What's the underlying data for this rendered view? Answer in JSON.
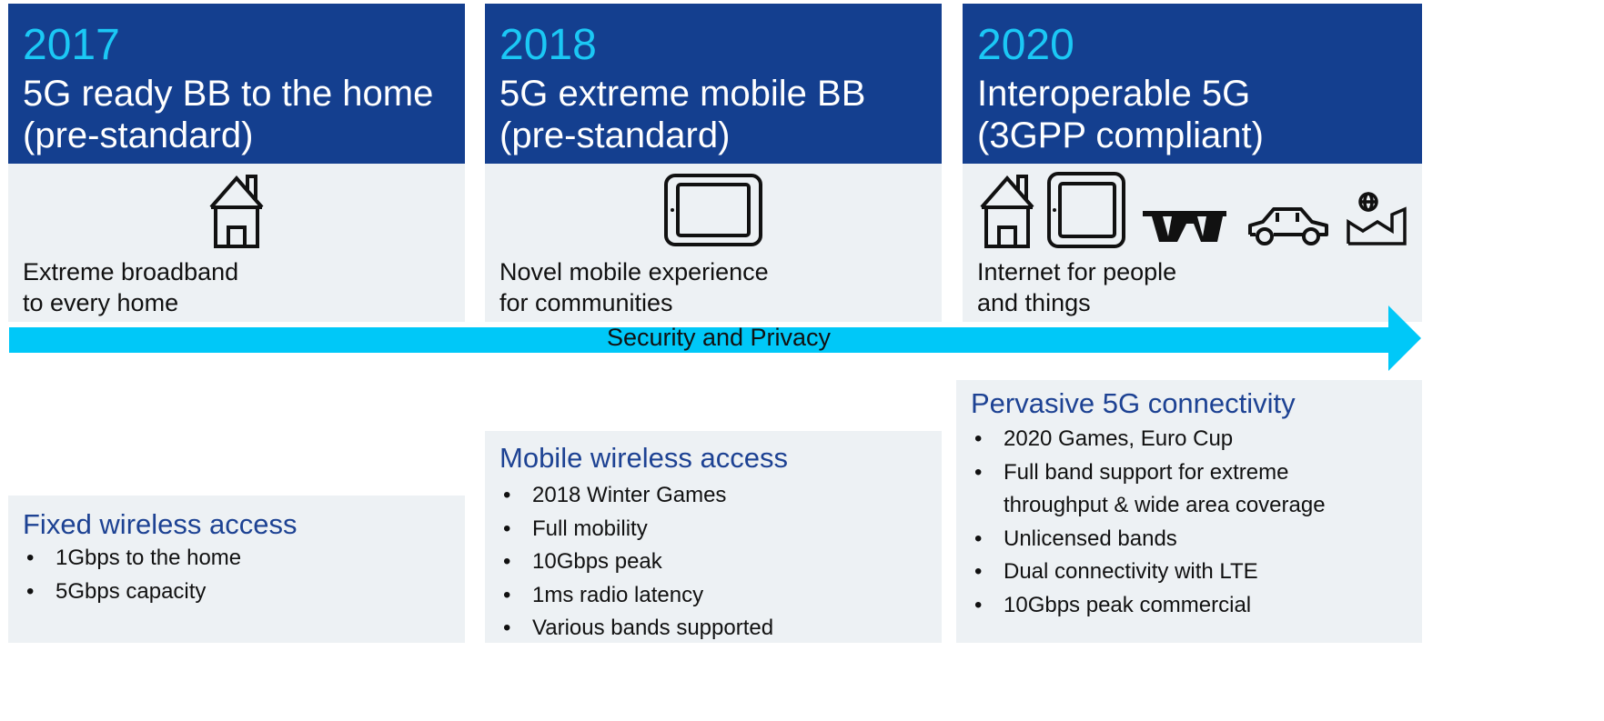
{
  "columns": [
    {
      "year": "2017",
      "line1": "5G ready BB to the home",
      "line2": "(pre-standard)",
      "desc1": "Extreme broadband",
      "desc2": "to every home",
      "icons": [
        "house-icon"
      ]
    },
    {
      "year": "2018",
      "line1": "5G extreme mobile BB",
      "line2": "(pre-standard)",
      "desc1": "Novel mobile experience",
      "desc2": "for communities",
      "icons": [
        "tablet-icon"
      ]
    },
    {
      "year": "2020",
      "line1": "Interoperable 5G",
      "line2": "(3GPP compliant)",
      "desc1": "Internet for people",
      "desc2": "and things",
      "icons": [
        "house-icon",
        "tablet-icon",
        "vr-glasses-icon",
        "car-icon",
        "factory-icon"
      ]
    }
  ],
  "arrow": {
    "label": "Security and Privacy",
    "color": "#00c8f8"
  },
  "panels": [
    {
      "title": "Fixed wireless access",
      "bullets": [
        "1Gbps to the home",
        "5Gbps capacity"
      ]
    },
    {
      "title": "Mobile wireless access",
      "bullets": [
        "2018 Winter Games",
        "Full mobility",
        "10Gbps peak",
        "1ms radio latency",
        "Various bands supported"
      ]
    },
    {
      "title": "Pervasive 5G connectivity",
      "bullets": [
        "2020 Games, Euro Cup",
        "Full band support for extreme throughput & wide area coverage",
        "Unlicensed bands",
        "Dual connectivity with LTE",
        "10Gbps peak commercial"
      ]
    }
  ],
  "colors": {
    "header_bg": "#143f8f",
    "year": "#1bc8f5",
    "panel_bg": "#edf1f4",
    "panel_title": "#1d4293"
  }
}
